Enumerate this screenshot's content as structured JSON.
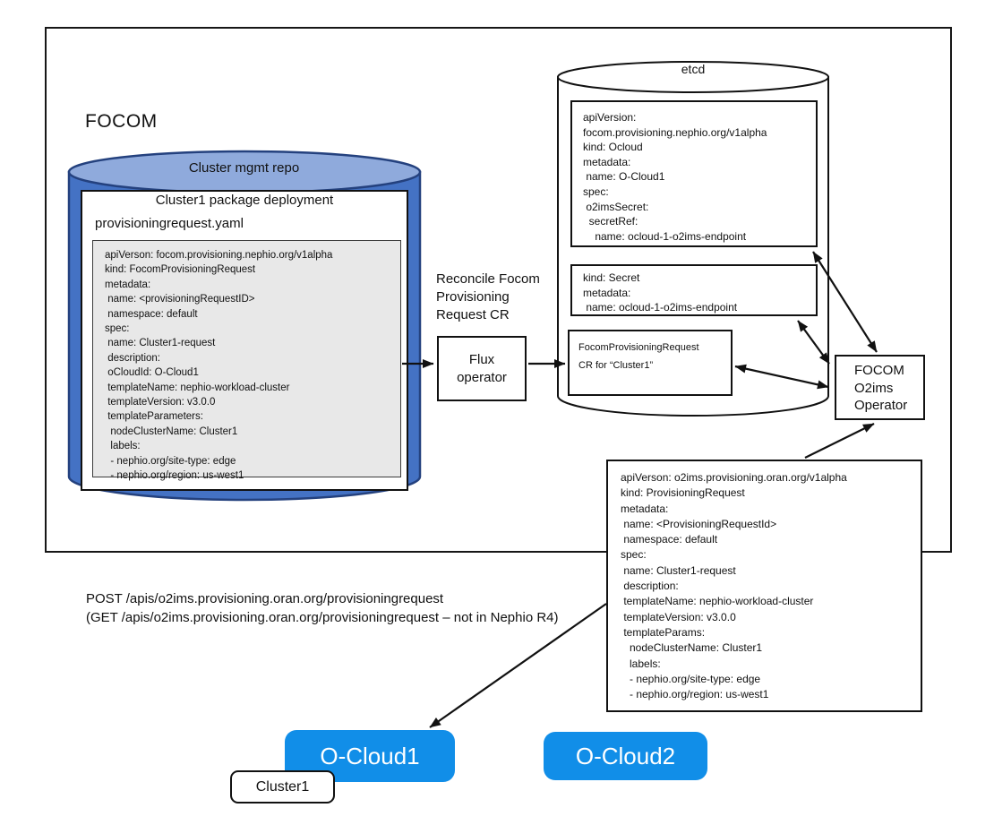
{
  "title": "FOCOM",
  "colors": {
    "accent_blue": "#118ee8",
    "repo_body": "#4472c4",
    "repo_top": "#8faadc",
    "repo_border": "#24417e",
    "yaml_bg": "#e8e8e8"
  },
  "repo": {
    "title": "Cluster mgmt repo",
    "package_title": "Cluster1 package deployment",
    "file_name": "provisioningrequest.yaml",
    "yaml": "apiVerson: focom.provisioning.nephio.org/v1alpha\nkind: FocomProvisioningRequest\nmetadata:\n name: <provisioningRequestID>\n namespace: default\nspec:\n name: Cluster1-request\n description:\n oCloudId: O-Cloud1\n templateName: nephio-workload-cluster\n templateVersion: v3.0.0\n templateParameters:\n  nodeClusterName: Cluster1\n  labels:\n  - nephio.org/site-type: edge\n  - nephio.org/region: us-west1"
  },
  "reconcile_label": "Reconcile Focom\nProvisioning\nRequest CR",
  "flux_label": "Flux\noperator",
  "etcd": {
    "title": "etcd",
    "ocloud_yaml": "apiVersion:\nfocom.provisioning.nephio.org/v1alpha\nkind: Ocloud\nmetadata:\n name: O-Cloud1\nspec:\n o2imsSecret:\n  secretRef:\n    name: ocloud-1-o2ims-endpoint",
    "secret_yaml": "kind: Secret\nmetadata:\n name: ocloud-1-o2ims-endpoint",
    "fpr_label": "FocomProvisioningRequest\nCR for “Cluster1”"
  },
  "operator_label": "FOCOM\nO2ims\nOperator",
  "pr_yaml": "apiVerson: o2ims.provisioning.oran.org/v1alpha\nkind: ProvisioningRequest\nmetadata:\n name: <ProvisioningRequestId>\n namespace: default\nspec:\n name: Cluster1-request\n description:\n templateName: nephio-workload-cluster\n templateVersion: v3.0.0\n templateParams:\n   nodeClusterName: Cluster1\n   labels:\n   - nephio.org/site-type: edge\n   - nephio.org/region: us-west1",
  "api_calls": {
    "post_line": "POST /apis/o2ims.provisioning.oran.org/provisioningrequest",
    "get_line": "(GET /apis/o2ims.provisioning.oran.org/provisioningrequest  – not in Nephio R4)"
  },
  "oclouds": [
    {
      "label": "O-Cloud1"
    },
    {
      "label": "O-Cloud2"
    }
  ],
  "cluster_tag": "Cluster1"
}
